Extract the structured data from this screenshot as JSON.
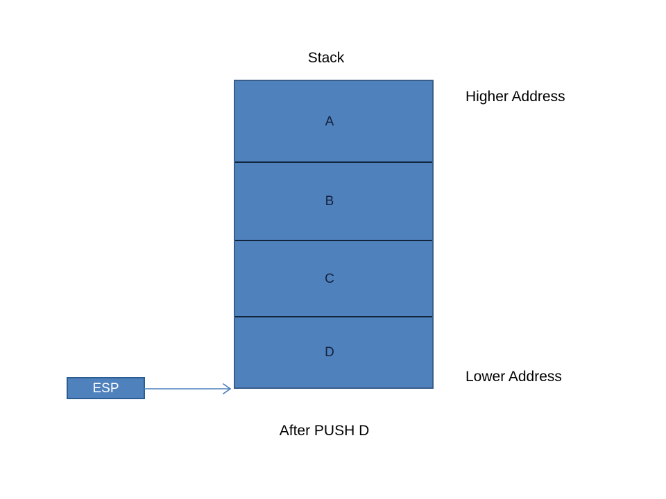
{
  "diagram": {
    "title": "Stack",
    "caption": "After PUSH D",
    "colors": {
      "cell_fill": "#4F81BD",
      "cell_border": "#385D8A",
      "divider": "#11253C",
      "arrow": "#4A7EBB",
      "esp_fill": "#4F81BD",
      "esp_border": "#2B5D92",
      "esp_text": "#FFFFFF",
      "text": "#000000",
      "background": "#FFFFFF"
    },
    "stack": {
      "cells": [
        {
          "label": "A"
        },
        {
          "label": "B"
        },
        {
          "label": "C"
        },
        {
          "label": "D"
        }
      ]
    },
    "annotations": {
      "higher_address": "Higher Address",
      "lower_address": "Lower Address"
    },
    "pointer": {
      "label": "ESP"
    }
  }
}
